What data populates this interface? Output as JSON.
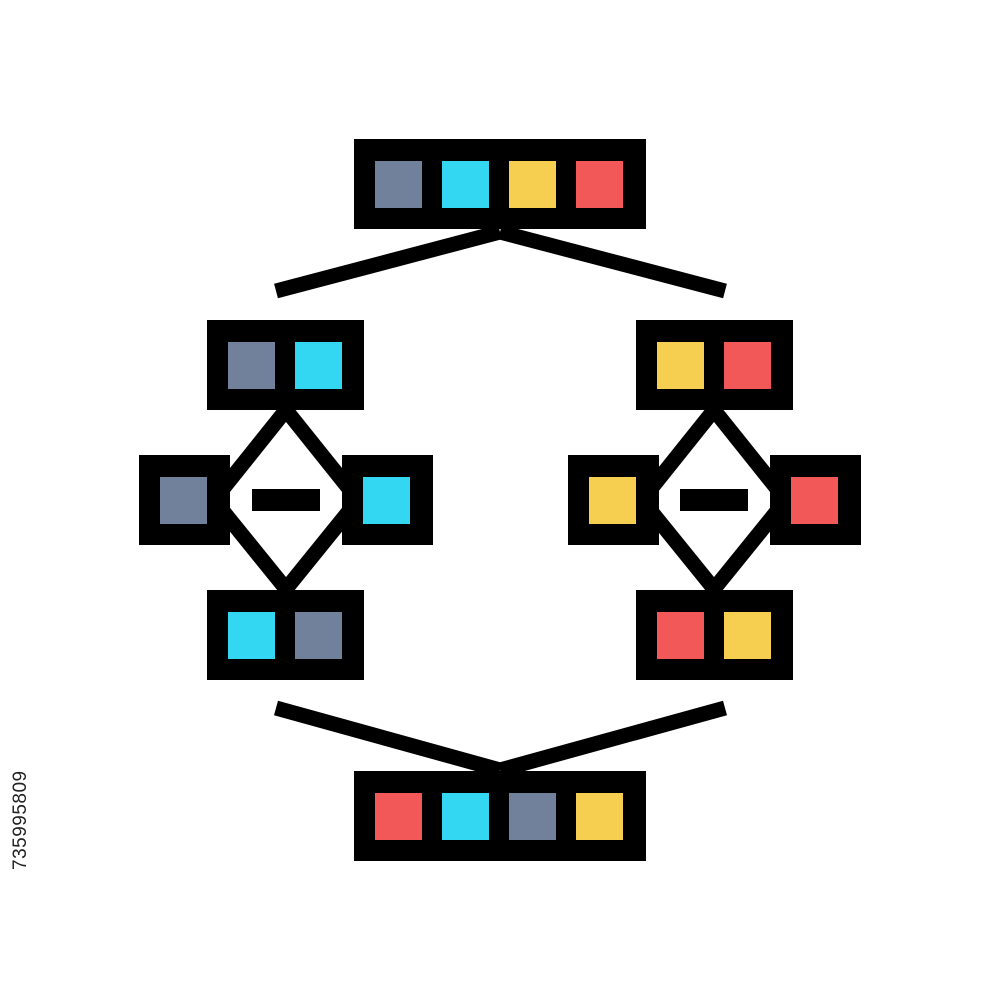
{
  "colors": {
    "outline": "#000000",
    "background": "#ffffff",
    "slate": "#71819B",
    "cyan": "#33D7F2",
    "yellow": "#F7CF50",
    "red": "#F25858"
  },
  "blocks": {
    "top": [
      "slate",
      "cyan",
      "yellow",
      "red"
    ],
    "left_top": [
      "slate",
      "cyan"
    ],
    "left_west": [
      "slate"
    ],
    "left_east": [
      "cyan"
    ],
    "left_bottom": [
      "cyan",
      "slate"
    ],
    "right_top": [
      "yellow",
      "red"
    ],
    "right_west": [
      "yellow"
    ],
    "right_east": [
      "red"
    ],
    "right_bottom": [
      "red",
      "yellow"
    ],
    "bottom": [
      "red",
      "cyan",
      "slate",
      "yellow"
    ]
  },
  "operators": {
    "left": "minus-icon",
    "right": "minus-icon"
  },
  "watermark": {
    "stock_id": "735995809"
  }
}
